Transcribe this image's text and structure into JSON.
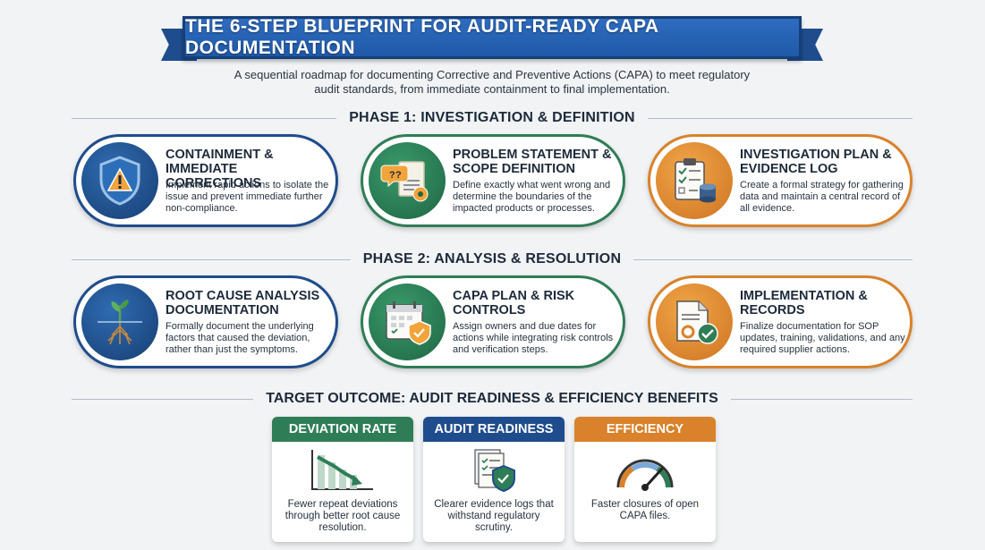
{
  "header": {
    "title": "THE 6-STEP BLUEPRINT FOR AUDIT-READY CAPA DOCUMENTATION",
    "subtitle": "A sequential roadmap for documenting Corrective and Preventive Actions (CAPA) to meet regulatory audit standards, from immediate containment to final implementation."
  },
  "phases": [
    {
      "title": "PHASE 1: INVESTIGATION & DEFINITION",
      "steps": [
        {
          "title": "CONTAINMENT & IMMEDIATE CORRECTIONS",
          "description": "Implement rapid actions to isolate the issue and prevent immediate further non-compliance.",
          "icon": "shield-warning-icon"
        },
        {
          "title": "PROBLEM STATEMENT & SCOPE DEFINITION",
          "description": "Define exactly what went wrong and determine the boundaries of the impacted products or processes.",
          "icon": "question-document-icon"
        },
        {
          "title": "INVESTIGATION PLAN & EVIDENCE LOG",
          "description": "Create a formal strategy for gathering data and maintain a central record of all evidence.",
          "icon": "clipboard-database-icon"
        }
      ]
    },
    {
      "title": "PHASE 2: ANALYSIS & RESOLUTION",
      "steps": [
        {
          "title": "ROOT CAUSE ANALYSIS DOCUMENTATION",
          "description": "Formally document the underlying factors that caused the deviation, rather than just the symptoms.",
          "icon": "plant-roots-icon"
        },
        {
          "title": "CAPA PLAN & RISK CONTROLS",
          "description": "Assign owners and due dates for actions while integrating risk controls and verification steps.",
          "icon": "calendar-shield-icon"
        },
        {
          "title": "IMPLEMENTATION & RECORDS",
          "description": "Finalize documentation for SOP updates, training, validations, and any required supplier actions.",
          "icon": "document-gear-check-icon"
        }
      ]
    }
  ],
  "outcome": {
    "title": "TARGET OUTCOME: AUDIT READINESS & EFFICIENCY BENEFITS",
    "metrics": [
      {
        "label": "DEVIATION RATE",
        "description": "Fewer repeat deviations through better root cause resolution.",
        "icon": "declining-chart-icon",
        "color": "#2f7d56"
      },
      {
        "label": "AUDIT READINESS",
        "description": "Clearer evidence logs that withstand regulatory scrutiny.",
        "icon": "documents-shield-icon",
        "color": "#1f4c8c"
      },
      {
        "label": "EFFICIENCY",
        "description": "Faster closures of open CAPA files.",
        "icon": "speedometer-icon",
        "color": "#d9822b"
      }
    ]
  },
  "colors": {
    "blue": "#1f4c8c",
    "green": "#2f7d56",
    "orange": "#d9822b"
  }
}
